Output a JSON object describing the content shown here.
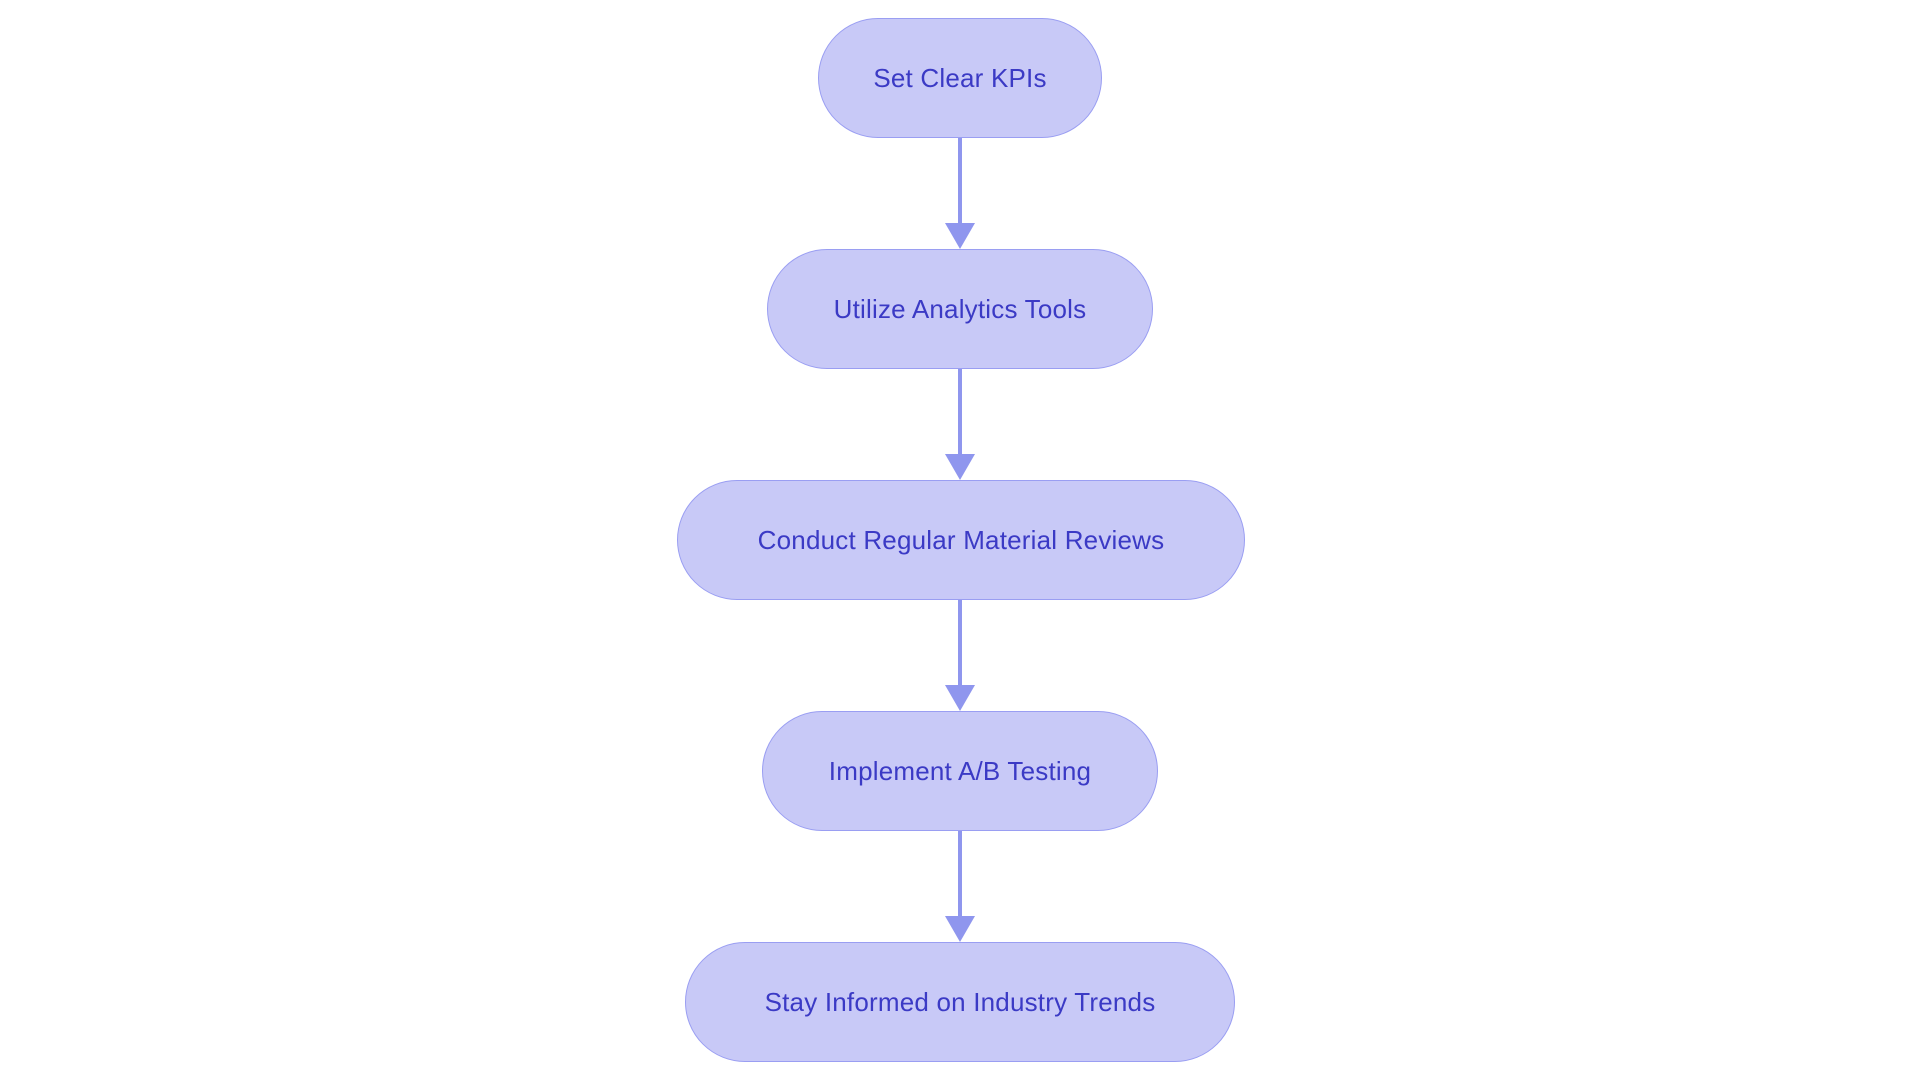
{
  "flowchart": {
    "title": "",
    "direction": "top-to-bottom",
    "colors": {
      "background": "#ffffff",
      "node_fill": "#c8c9f7",
      "node_border": "#9a9ef2",
      "text_color": "#3b3ac5",
      "arrow_color": "#8f96ee"
    },
    "nodes": [
      {
        "id": 1,
        "label": "Set Clear KPIs"
      },
      {
        "id": 2,
        "label": "Utilize Analytics Tools"
      },
      {
        "id": 3,
        "label": "Conduct Regular Material Reviews"
      },
      {
        "id": 4,
        "label": "Implement A/B Testing"
      },
      {
        "id": 5,
        "label": "Stay Informed on Industry Trends"
      }
    ],
    "edges": [
      {
        "from": 1,
        "to": 2
      },
      {
        "from": 2,
        "to": 3
      },
      {
        "from": 3,
        "to": 4
      },
      {
        "from": 4,
        "to": 5
      }
    ]
  }
}
